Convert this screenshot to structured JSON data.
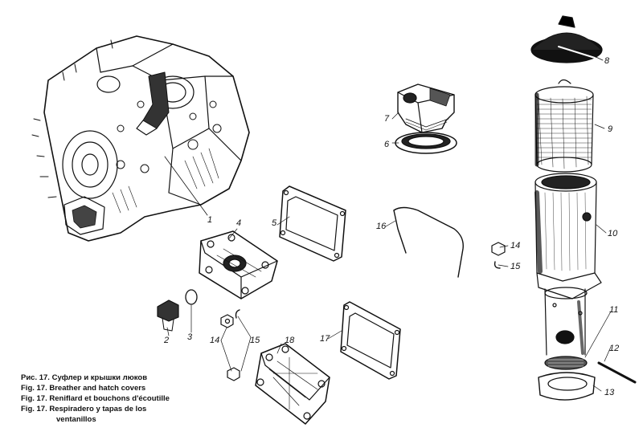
{
  "figure": {
    "captions": [
      "Рис. 17. Суфлер и крышки люков",
      "Fig. 17. Breather and hatch covers",
      "Fig. 17. Reniflard et bouchons d'écoutille",
      "Fig. 17. Respiradero y tapas de los"
    ],
    "caption_continuation": "ventanillos",
    "part_numbers": {
      "p1": "1",
      "p2": "2",
      "p3": "3",
      "p4": "4",
      "p5": "5",
      "p6": "6",
      "p7": "7",
      "p8": "8",
      "p9": "9",
      "p10": "10",
      "p11": "11",
      "p12": "12",
      "p13": "13",
      "p14a": "14",
      "p15a": "15",
      "p14b": "14",
      "p15b": "15",
      "p16": "16",
      "p17": "17",
      "p18": "18"
    }
  }
}
